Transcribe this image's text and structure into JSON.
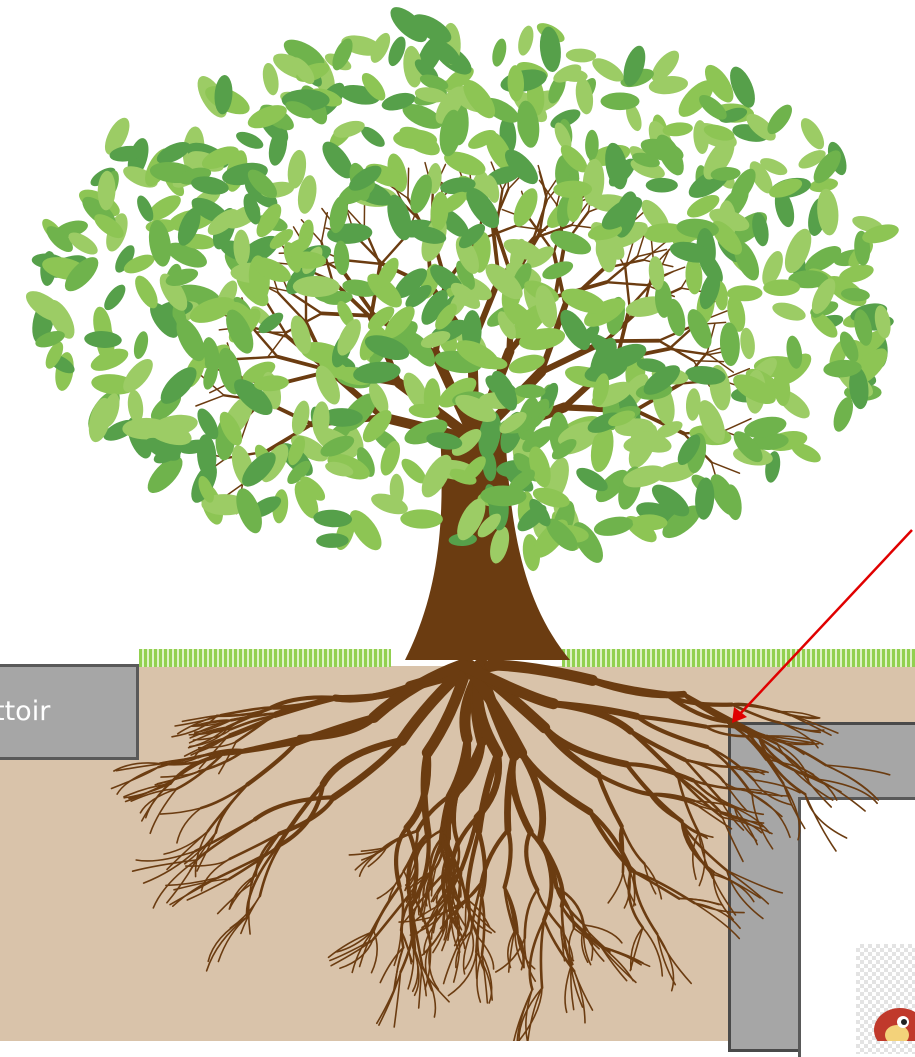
{
  "labels": {
    "sidewalk": "ttoir"
  },
  "colors": {
    "soil": "#d9c3aa",
    "sidewalk": "#a6a6a6",
    "wall": "#a6a6a6",
    "grass": "#92d050",
    "trunk": "#6b3c11",
    "leaf_dark": "#56a04a",
    "leaf_light": "#8dc554",
    "arrow": "#e00000"
  },
  "icons": [
    "tree-illustration",
    "red-arrow",
    "mascot-icon"
  ]
}
